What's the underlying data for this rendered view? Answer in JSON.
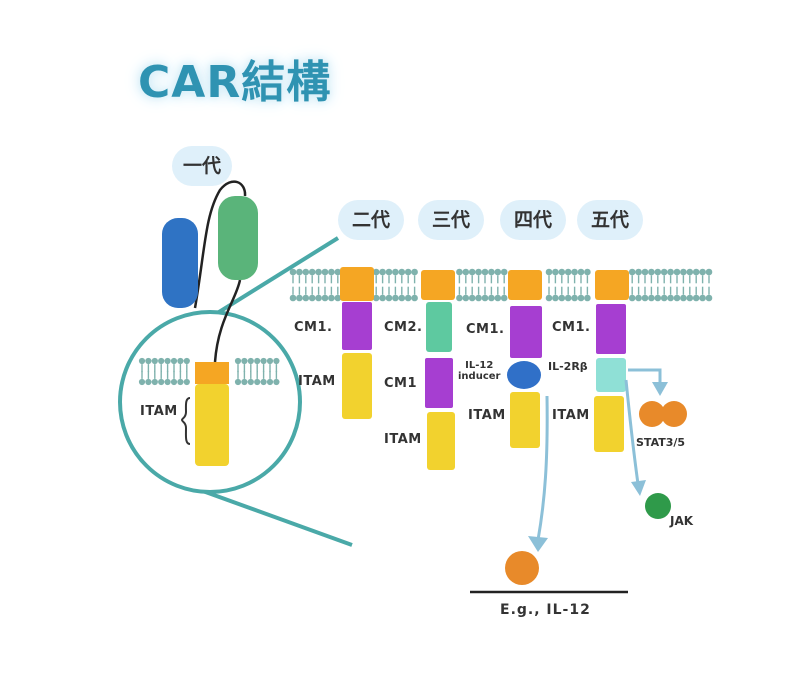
{
  "title": "CAR結構",
  "generations": {
    "first": "一代",
    "second": "二代",
    "third": "三代",
    "fourth": "四代",
    "fifth": "五代"
  },
  "labels": {
    "itam_zoom": "ITAM",
    "cm1": "CM1.",
    "cm2": "CM2.",
    "cm1_third": "CM1",
    "itam": "ITAM",
    "il12_inducer": "IL-12\ninducer",
    "il2rb": "IL-2Rβ",
    "stat35": "STAT3/5",
    "jak": "JAK",
    "example": "E.g., IL-12"
  },
  "colors": {
    "title": "#2f93b2",
    "membrane": "#7fb2ad",
    "lens": "#4aa9a8",
    "transmembrane": "#f5a623",
    "itam": "#f2d22e",
    "cm1": "#a63ed1",
    "cm2": "#5ec9a0",
    "il12_inducer": "#3070c8",
    "il2rb": "#8fe0d6",
    "stat": "#e88a2a",
    "jak": "#2f9a4a",
    "scfv_blue": "#2f73c4",
    "scfv_green": "#5ab47a",
    "arrow": "#8cc0d8"
  }
}
